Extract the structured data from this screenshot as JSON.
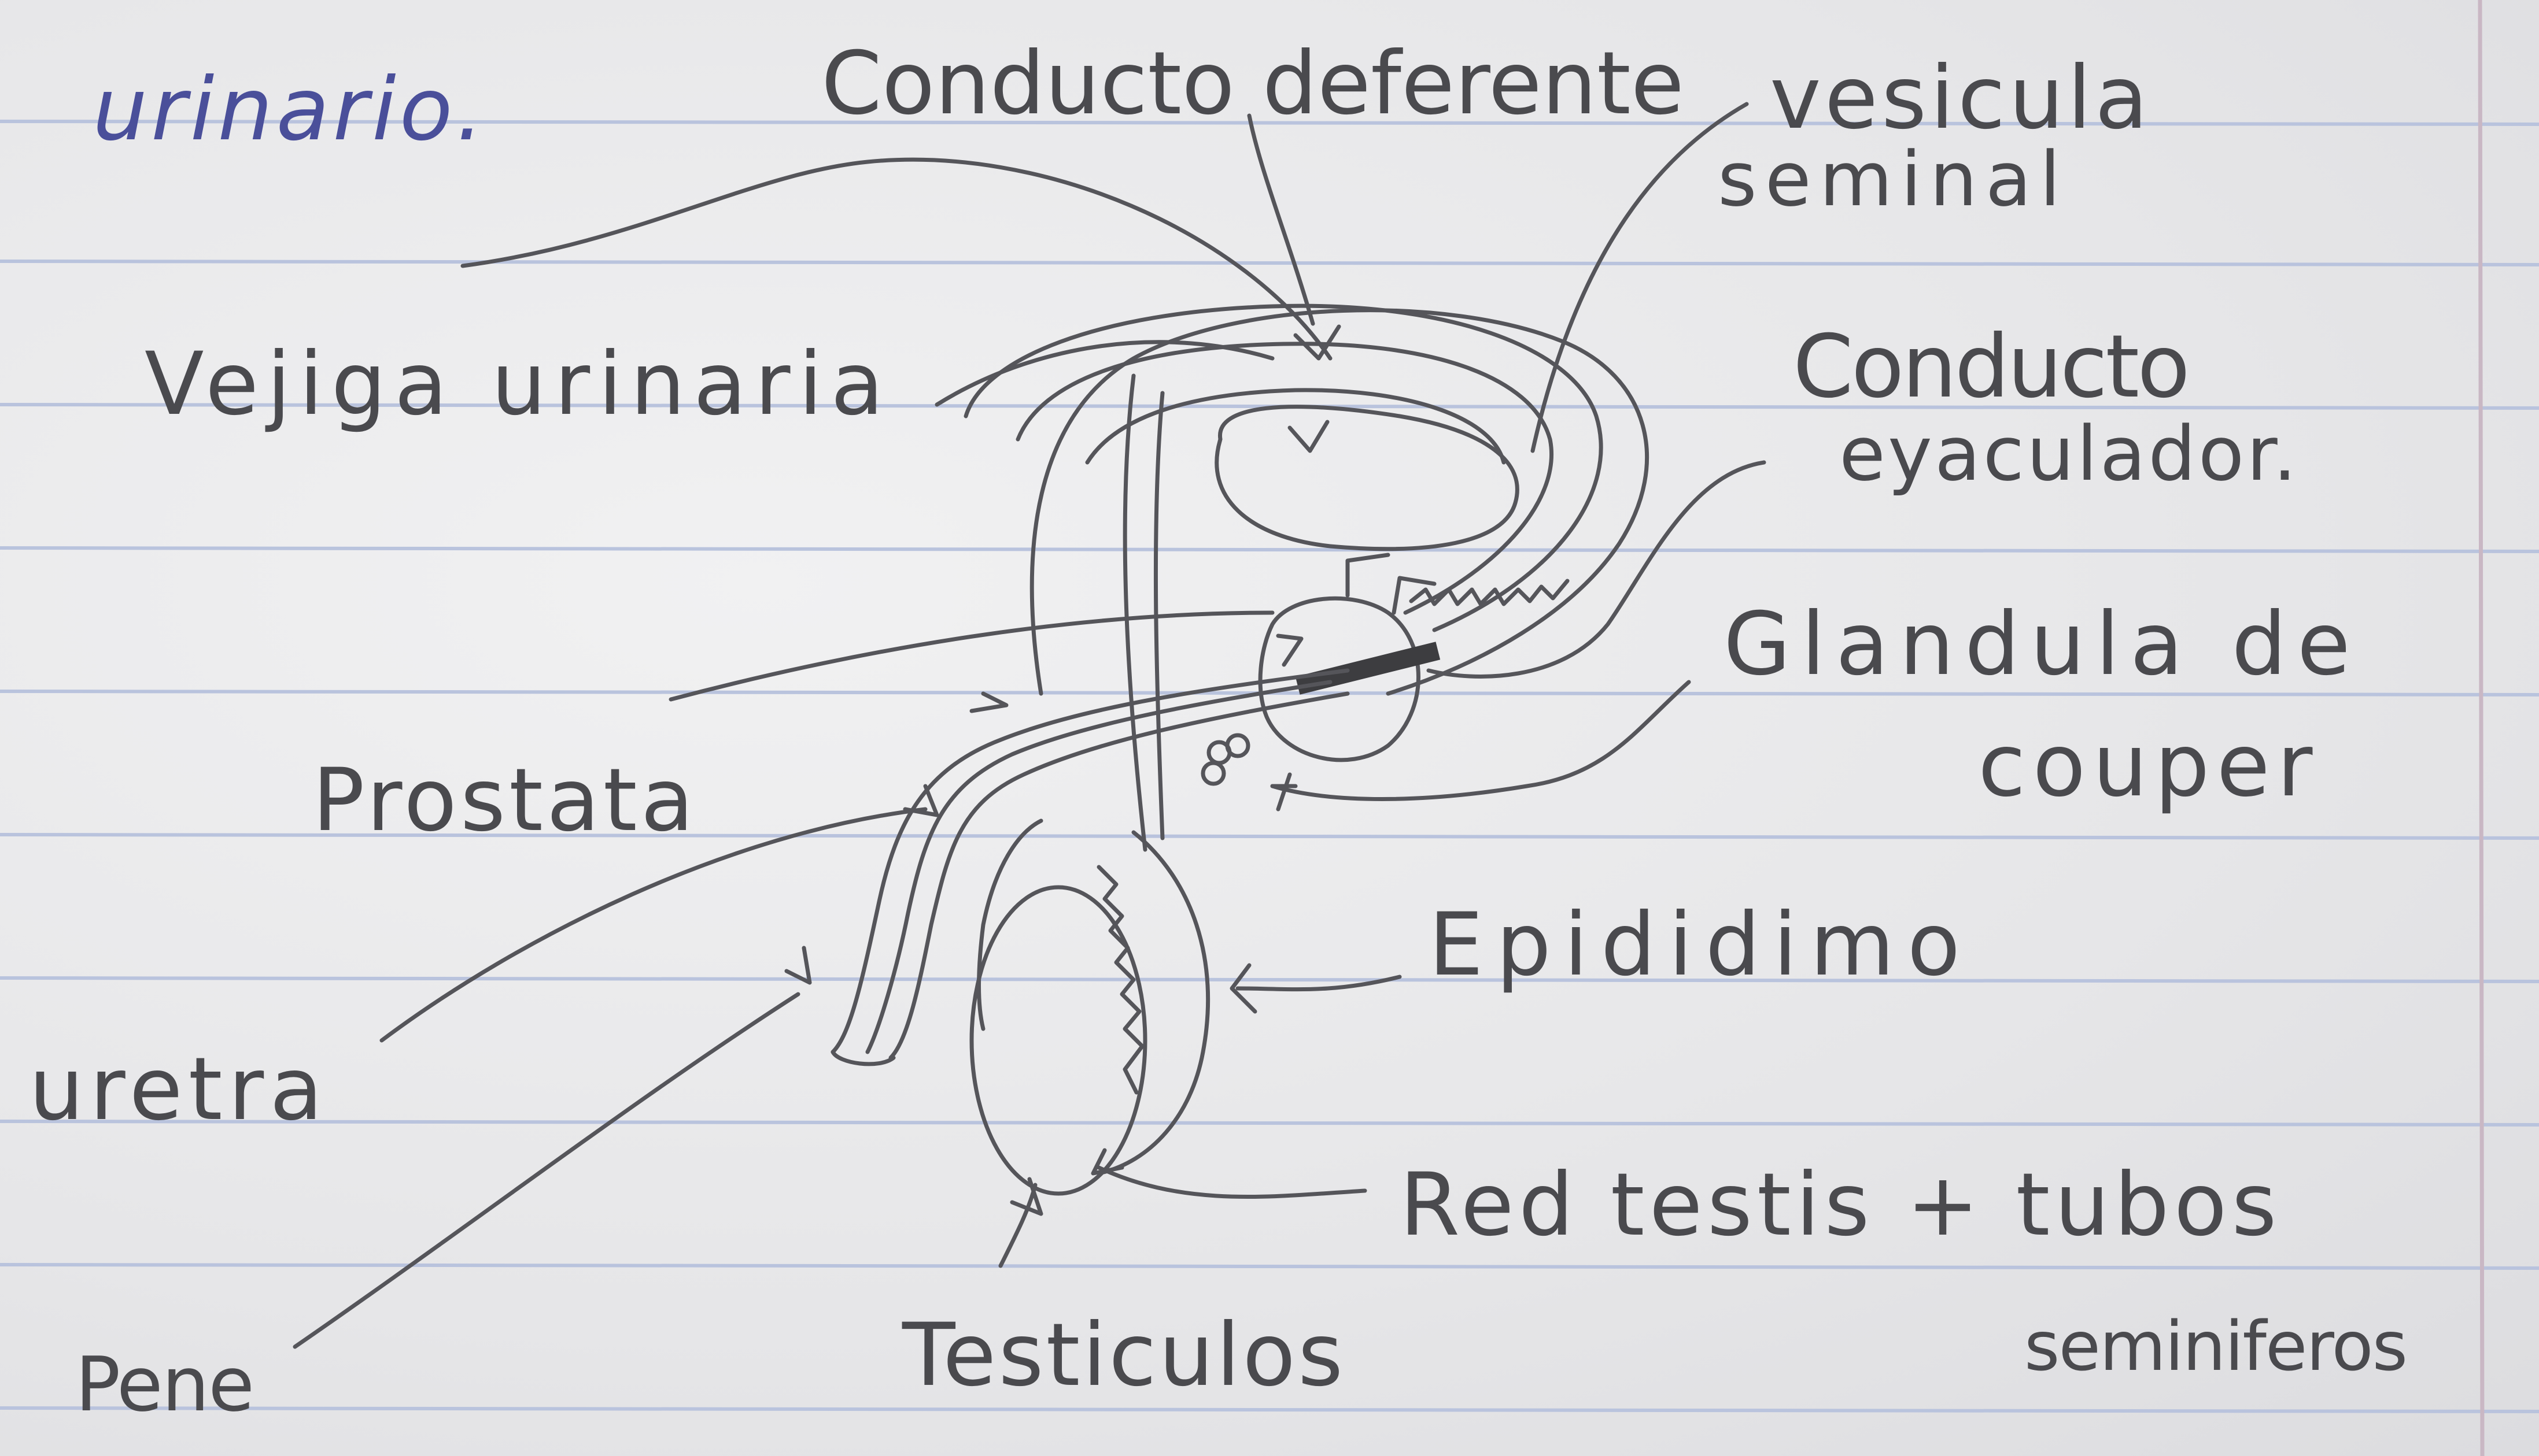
{
  "colors": {
    "paper": "#e9e9ea",
    "ruling": "#b9c3dd",
    "margin_line": "#c9b7c4",
    "pencil": "#55555a",
    "blue_ink": "#4a4f9a"
  },
  "labels": {
    "urinario": "urinario.",
    "conducto_deferente": "Conducto deferente",
    "vesicula": "vesicula",
    "seminal": "seminal",
    "vejiga_urinaria": "Vejiga urinaria",
    "conducto": "Conducto",
    "eyaculador": "eyaculador.",
    "glandula_de": "Glandula de",
    "couper": "couper",
    "prostata": "Prostata",
    "epididimo": "Epididimo",
    "uretra": "uretra",
    "red_testis": "Red testis + tubos",
    "seminiferos": "seminiferos",
    "pene": "Pene",
    "testiculos": "Testiculos"
  }
}
